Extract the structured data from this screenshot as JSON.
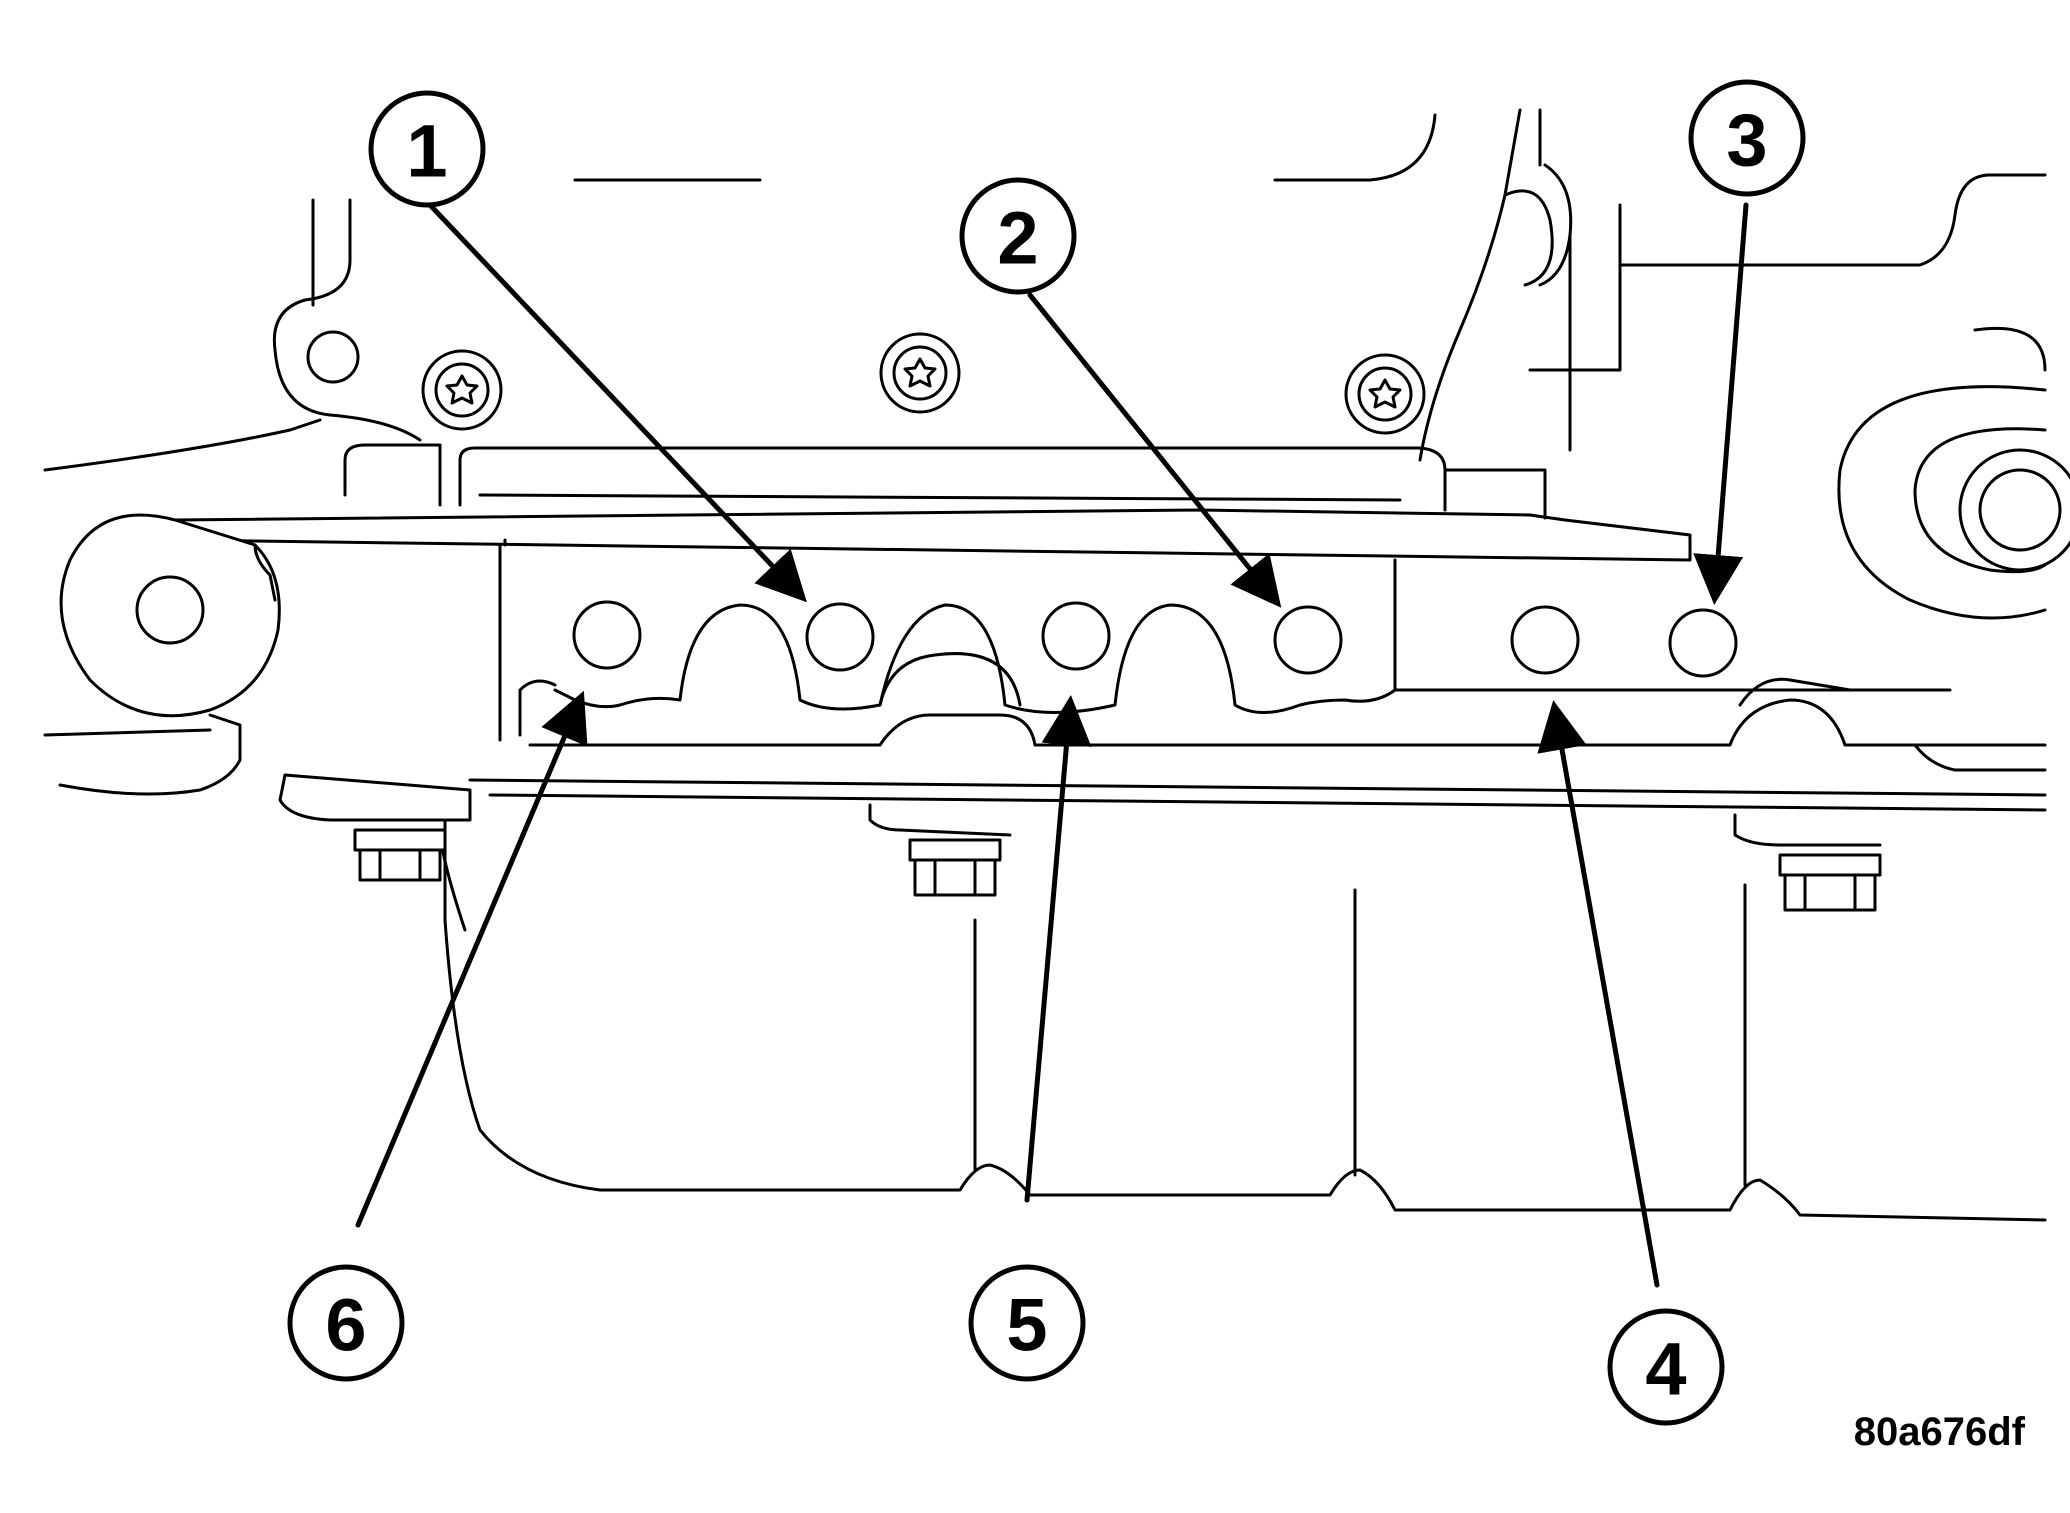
{
  "callouts": [
    {
      "number": "1"
    },
    {
      "number": "2"
    },
    {
      "number": "3"
    },
    {
      "number": "4"
    },
    {
      "number": "5"
    },
    {
      "number": "6"
    }
  ],
  "figure_id": "80a676df"
}
